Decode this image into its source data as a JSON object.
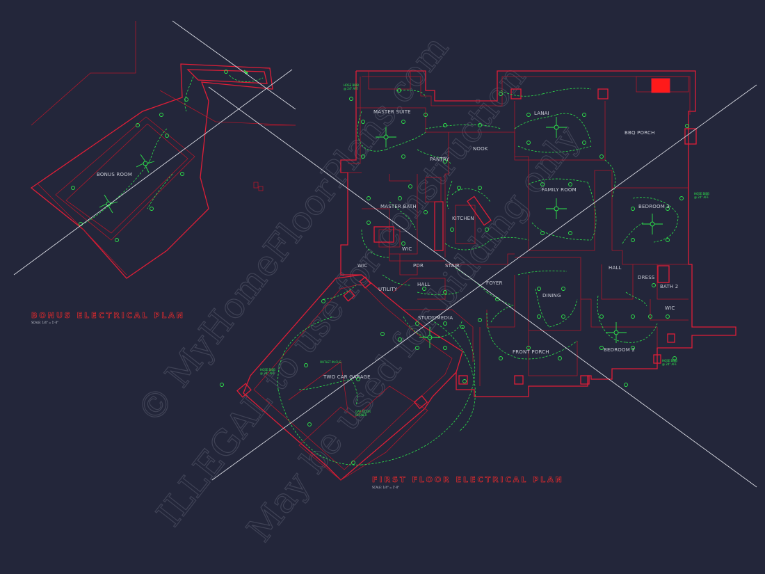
{
  "colors": {
    "background": "#23263a",
    "walls": "#e01e37",
    "electrical": "#2ee84c",
    "labels": "#c9ccd6",
    "watermark": "#4a4d60",
    "cross_lines": "#d9dbe3"
  },
  "bonus_plan": {
    "title": "BONUS ELECTRICAL PLAN",
    "scale": "SCALE: 1/4\" = 1'-0\"",
    "rooms": {
      "bonus_room": "BONUS ROOM"
    }
  },
  "first_floor_plan": {
    "title": "FIRST FLOOR ELECTRICAL PLAN",
    "scale": "SCALE: 1/4\" = 1'-0\"",
    "rooms": {
      "master_suite": "MASTER SUITE",
      "nook": "NOOK",
      "lanai": "LANAI",
      "bbq_porch": "BBQ PORCH",
      "pantry": "PANTRY",
      "family_room": "FAMILY ROOM",
      "bedroom_3": "BEDROOM 3",
      "master_bath": "MASTER BATH",
      "kitchen": "KITCHEN",
      "wic_1": "WIC",
      "wic_2": "WIC",
      "wic_3": "WIC",
      "pdr": "PDR",
      "stair": "STAIR",
      "hall_1": "HALL",
      "hall_2": "HALL",
      "foyer": "FOYER",
      "dress": "DRESS",
      "bath_2": "BATH 2",
      "utility": "UTILITY",
      "dining": "DINING",
      "study_media": "STUDY/MEDIA",
      "front_porch": "FRONT PORCH",
      "bedroom_2": "BEDROOM 2",
      "two_car_garage": "TWO CAR GARAGE"
    },
    "notes": {
      "hose_bibb_1a": "HOSE BIBB",
      "hose_bibb_1b": "@ 24\" AFF.",
      "hose_bibb_2a": "HOSE BIBB",
      "hose_bibb_2b": "@ 24\" AFF.",
      "hose_bibb_3a": "HOSE BIBB",
      "hose_bibb_3b": "@ 24\" AFF.",
      "hose_bibb_4a": "HOSE BIBB",
      "hose_bibb_4b": "@ 24\" AFF.",
      "outlet_a": "OUTLET IN CLG.",
      "gdo_a": "GAR DOOR",
      "gdo_b": "OPENER"
    }
  },
  "watermark": {
    "line1": "© MyHomeFloorPlans.com",
    "line2": "ILLEGAL to use for construction",
    "line3": "May be used for bidding only"
  }
}
